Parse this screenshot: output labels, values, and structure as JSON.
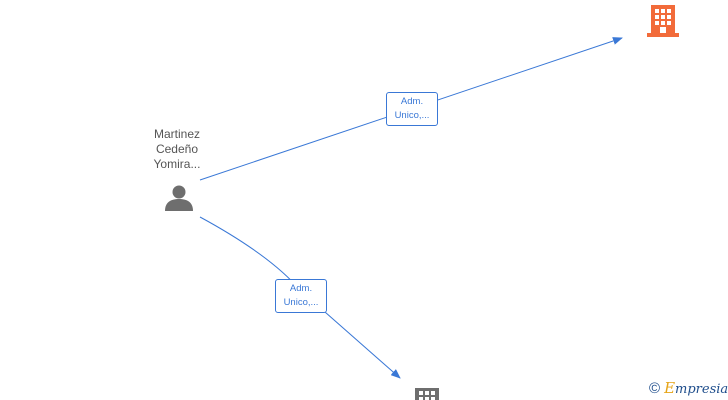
{
  "person": {
    "name_lines": [
      "Martinez",
      "Cedeño",
      "Yomira..."
    ]
  },
  "edges": [
    {
      "label_lines": [
        "Adm.",
        "Unico,..."
      ]
    },
    {
      "label_lines": [
        "Adm.",
        "Unico,..."
      ]
    }
  ],
  "colors": {
    "edge": "#3a78d6",
    "company_highlight": "#f26b3a",
    "company_default": "#6e6e6e",
    "person_icon": "#6e6e6e"
  },
  "branding": {
    "copyright_symbol": "©",
    "first_letter": "E",
    "rest": "mpresia"
  }
}
